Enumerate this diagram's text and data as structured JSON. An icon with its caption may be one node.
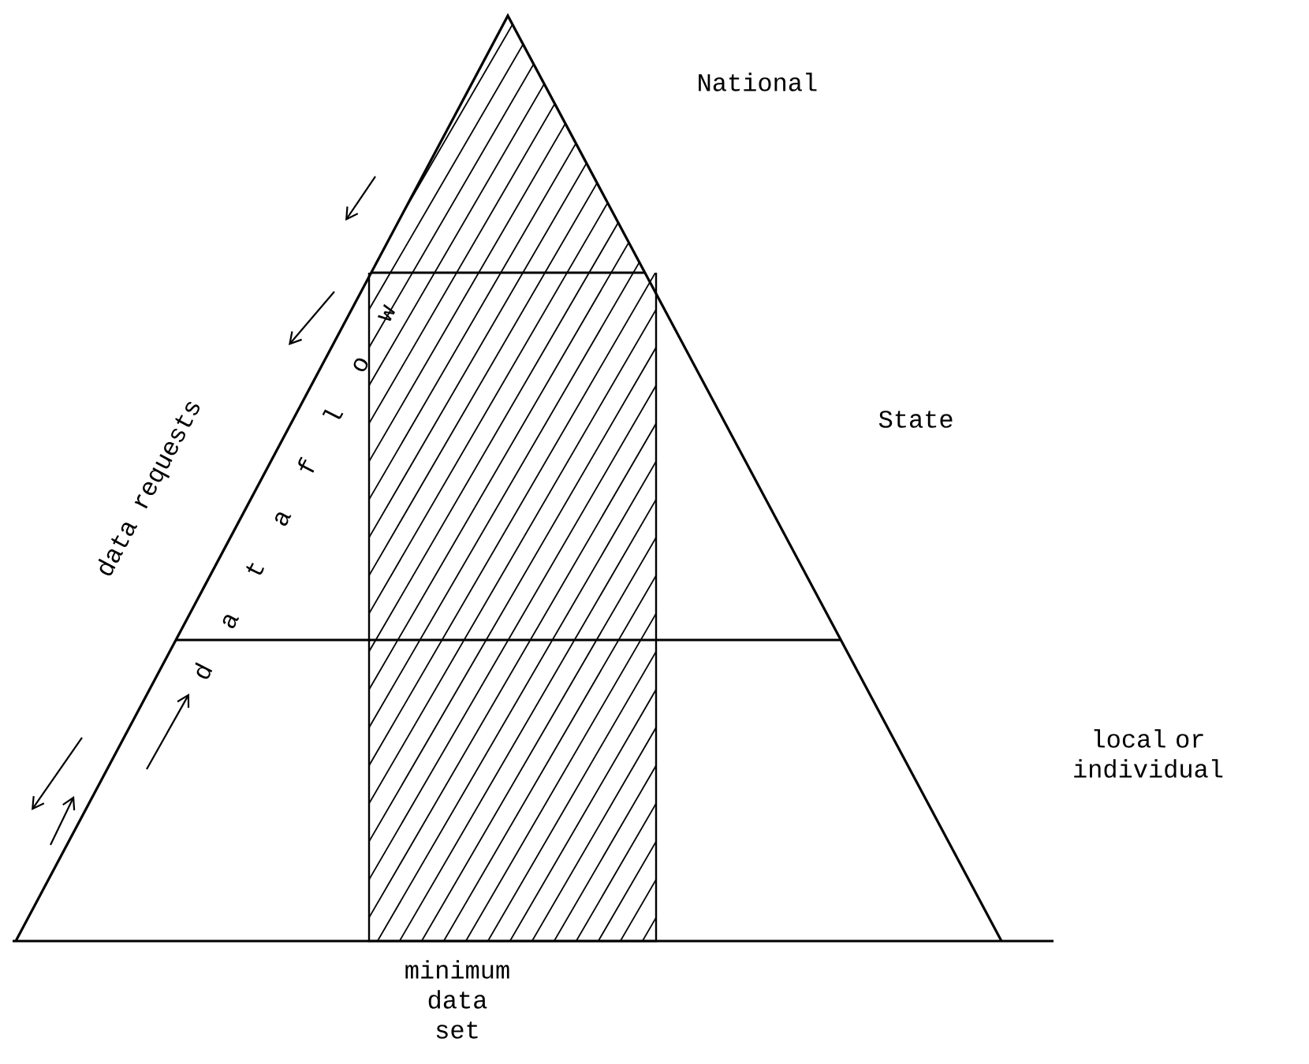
{
  "diagram": {
    "labels": [
      "National",
      "State",
      "data requests",
      "d a t a f l o w",
      "local or individual",
      "minimum data set"
    ]
  }
}
